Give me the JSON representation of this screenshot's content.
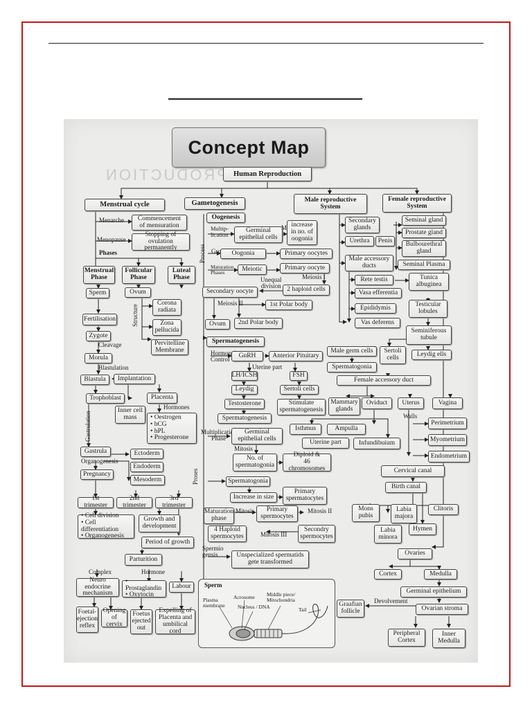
{
  "title": "Concept Map",
  "watermark": "PRODUCTION",
  "root": "Human Reproduction",
  "menstrual": {
    "head": "Menstrual cycle",
    "menarche": "Menarche",
    "commence": "Commencement\nof mensuration",
    "menopause": "Menopause",
    "stopping": "Stopping of ovulation\npermanently",
    "phases_label": "Phases",
    "menstrual_phase": "Menstrual\nPhase",
    "follicular": "Follicular\nPhase",
    "luteal": "Luteal\nPhase",
    "sperm": "Sperm",
    "ovum": "Ovum",
    "structure_label": "Structure",
    "corona": "Corona\nradiata",
    "zona": "Zona\npellucida",
    "pervitelline": "Pervitelline\nMembrane",
    "fertilisation": "Fertilisation",
    "zygote": "Zygote",
    "cleavage": "Cleavage",
    "morula": "Morula",
    "blastulation": "Blastulation",
    "blastula": "Blastula",
    "implantation": "Implantation",
    "trophoblast": "Trophoblast",
    "inner_cell": "Inner cell\nmass",
    "placenta": "Placenta",
    "hormones_label": "Hormones",
    "hormone_list": "• Oestrogen\n• hCG\n• hPL\n• Progesterone",
    "gastrulation": "Gastrulation",
    "gastrula": "Gastrula",
    "organogenesis": "Organogenesis",
    "pregnancy": "Pregnancy",
    "ectoderm": "Ectoderm",
    "endoderm": "Endoderm",
    "mesoderm": "Mesoderm",
    "t1": "1st trimester",
    "t2": "2nd trimester",
    "t3": "3rd trimester",
    "t1_list": "• Cell division\n• Cell differentiation\n• Organogenesis",
    "growth": "Growth and\ndevelopment",
    "period": "Period of growth",
    "parturition": "Parturition",
    "complex": "Complex",
    "hormone": "Hormone",
    "neuro": "Neuro endocrine\nmechanism",
    "prost": "• Prostaglandin\n• Oxytocin",
    "labour": "Labour",
    "foetal_ej": "Foetal-\nejection\nreflex",
    "opening": "Opening\nof cervix",
    "foetus": "Foetus\nejected\nout",
    "expelling": "Expelling of\nPlacenta and\numbilical cord"
  },
  "gameto": {
    "head": "Gametogenesis",
    "oogenesis": "Oogenesis",
    "process_label": "Process",
    "multiplication": "Multip-\nlication",
    "germinal": "Germinal\nepithelial cells",
    "mitosis": "Mitosis",
    "increase_oogonia": "increase\nin no. of\noogonia",
    "growth": "Growth",
    "oogonia": "Oogonia",
    "primary_oocytes": "Primary oocytes",
    "maturation": "Maturation\nPhases",
    "meiotic": "Meiotic",
    "primary_oocyte": "Primary oocyte",
    "meiosis1": "Meiosis I",
    "unequal": "Unequal\ndivision",
    "haploid2": "2 haploid cells",
    "secondary_oocyte": "Secondary oocyte",
    "meiosis2": "Meiosis II",
    "polar1": "1st Polar body",
    "ovum": "Ovum",
    "polar2": "2nd Polar body",
    "spermatogenesis": "Spermatogenesis",
    "hormonal": "Hormonal\nControl",
    "gnrh": "GnRH",
    "anterior": "Anterior Pituitary",
    "uterine_part": "Uterine part",
    "lh": "LH/ICSH",
    "fsh": "FSH",
    "leydig": "Leydig",
    "sertoli": "Sertoli cells",
    "testosterone": "Testosterone",
    "stimulate": "Stimulate\nspermatogenesis",
    "spermatogenesis2": "Spermatogenesis",
    "mult_phase": "Multiplication\nPhase",
    "germinal2": "Germinal\nepithelial cells",
    "mitosis2": "Mitosis",
    "no_spermatogonia": "No. of\nspermatogonia",
    "diploid": "Diploid &\n46 chromosomes",
    "proses_label": "Proses",
    "spermatogonia": "Spermatogonia",
    "increase_size": "Increase in size",
    "primary_spermatocytes": "Primary\nspermatocytes",
    "maturation_phase": "Maturation\nphase",
    "mitosis_i": "Mitosis I",
    "primary_spermocytes": "Primary\nspermocytes",
    "mitosis_ii": "Mitosis II",
    "haploid4": "4 Haploid\nspermocytes",
    "mitosis_iii": "Mitosis III",
    "secondary_spermocytes": "Secondry\nspermocytes",
    "spermio": "Spermio\ngensis",
    "unspecialized": "Unspecialized spermatids\ngete transformed",
    "sperm_title": "Sperm",
    "plasma": "Plasma\nmembrane",
    "acrosome": "Acrosome",
    "nucleus": "Nucleus / DNA",
    "middle": "Middle piece/\nMitochondria",
    "tail": "Tail"
  },
  "male": {
    "head": "Male reproductive\nSystem",
    "secondary_glands": "Secondary\nglands",
    "seminal_gland": "Seminal gland",
    "prostate": "Prostate gland",
    "bulbo": "Bulbourethral\ngland",
    "urethra": "Urethra",
    "penis": "Penis",
    "accessory": "Male accessory\nducts",
    "seminal_plasma": "Seminal Plasma",
    "rete": "Rete testis",
    "tunica": "Tunica\nalbuginea",
    "vasa": "Vasa efferentia",
    "epididymis": "Epididymis",
    "testicular": "Testicular\nlobules",
    "vas_deferens": "Vas deferens",
    "seminiferous": "Seminiferous\ntubule",
    "male_germ": "Male germ cells",
    "sertoli": "Sertoli\ncells",
    "spermatogonia": "Spermatogonia",
    "leydig": "Leydig ells"
  },
  "female": {
    "head": "Female reproductive\nSystem",
    "accessory": "Female accessory duct",
    "mammary": "Mammary\nglands",
    "oviduct": "Oviduct",
    "uterus": "Uterus",
    "vagina": "Vagina",
    "walls": "Walls",
    "isthmus": "Isthmus",
    "ampulla": "Ampulla",
    "uterine": "Uterine part",
    "infundibulum": "Infundibuium",
    "perimetrium": "Perimetrium",
    "myometrium": "Myometrium",
    "endometrium": "Endometrium",
    "cervical": "Cervical canal",
    "birth": "Birth canal",
    "mons": "Mons\npubis",
    "labia_majora": "Labia\nmajora",
    "clitoris": "Clitoris",
    "labia_minora": "Labia\nminora",
    "hymen": "Hymen",
    "ovaries": "Ovaries",
    "cortex": "Cortex",
    "medulla": "Medulla",
    "germinal": "Germinal epithelium",
    "graafian": "Graafian\nfollicle",
    "devolvement": "Devolvement",
    "stroma": "Ovarian stroma",
    "peripheral": "Peripheral\nCortex",
    "inner": "Inner\nMedulla"
  }
}
